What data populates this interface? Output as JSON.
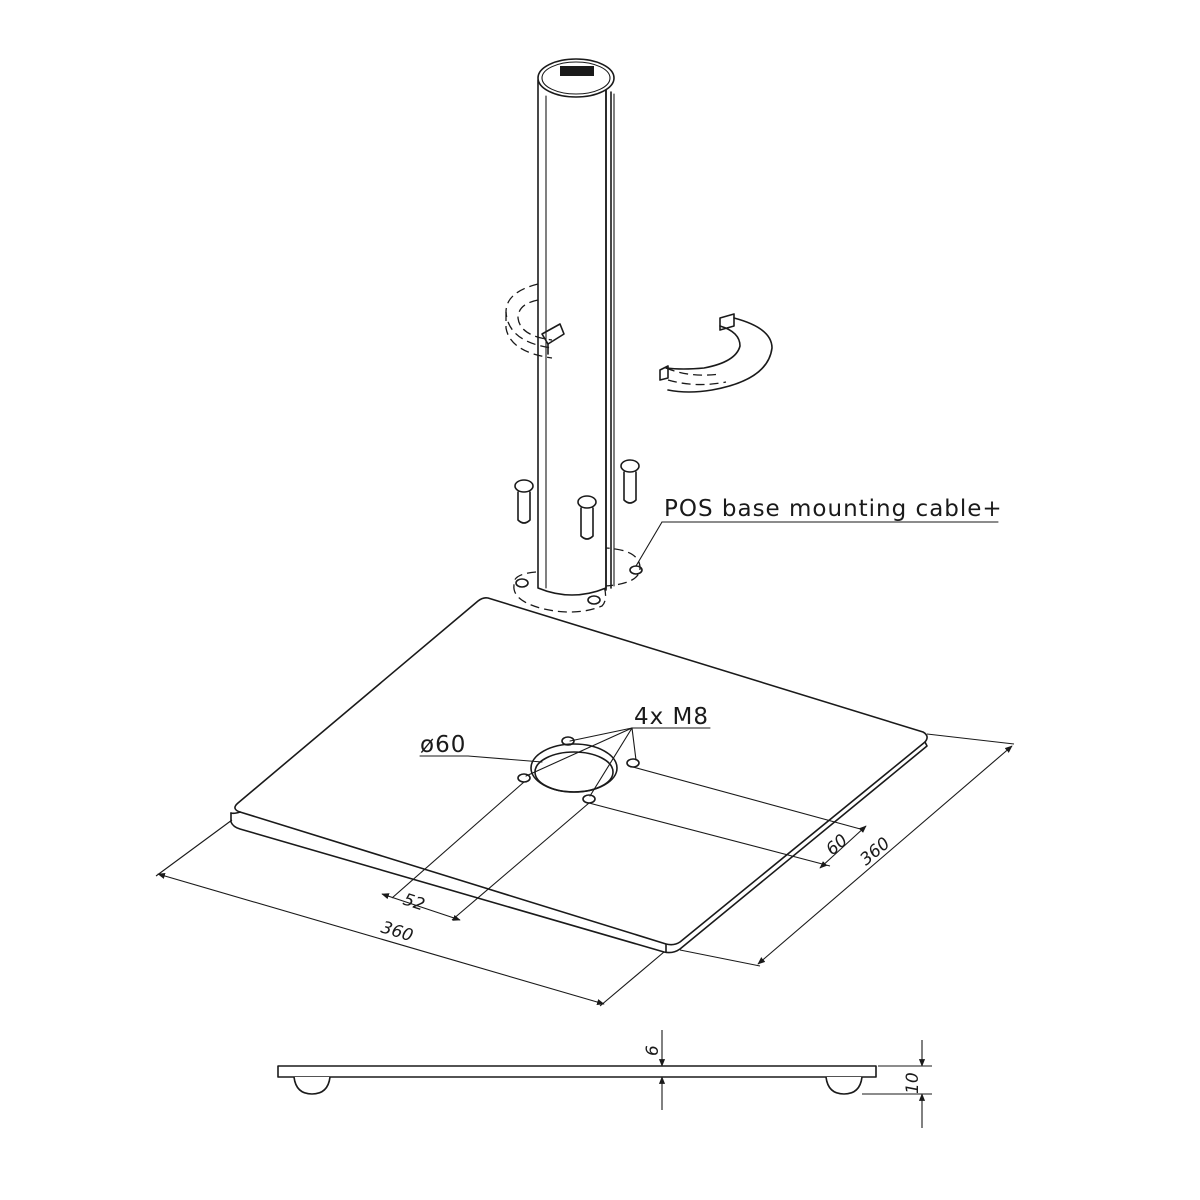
{
  "labels": {
    "pos_base_cable": "POS base mounting cable+",
    "bolts": "4x M8",
    "hole_diameter": "ø60",
    "hole_spacing_x": "52",
    "hole_spacing_y": "60",
    "plate_width": "360",
    "plate_depth": "360",
    "plate_thickness": "6",
    "total_height": "10"
  },
  "colors": {
    "line": "#1a1a1a",
    "background": "#ffffff"
  }
}
